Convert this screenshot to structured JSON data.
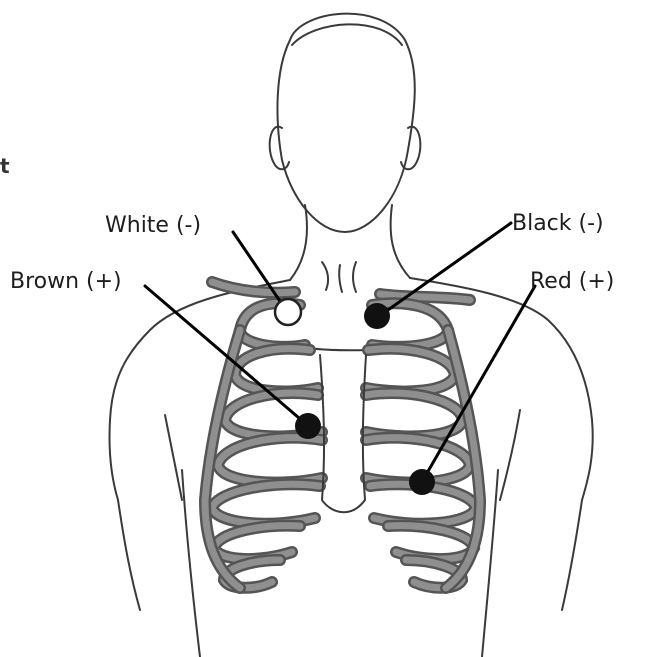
{
  "margin_fragment": "t",
  "electrodes": [
    {
      "id": "white",
      "label": "White (-)",
      "color": "#ffffff"
    },
    {
      "id": "black",
      "label": "Black (-)",
      "color": "#111111"
    },
    {
      "id": "brown",
      "label": "Brown (+)",
      "color": "#111111"
    },
    {
      "id": "red",
      "label": "Red (+)",
      "color": "#111111"
    }
  ],
  "colors": {
    "rib_fill": "#8f8f8f",
    "rib_outline": "#555555",
    "line": "#000000"
  }
}
